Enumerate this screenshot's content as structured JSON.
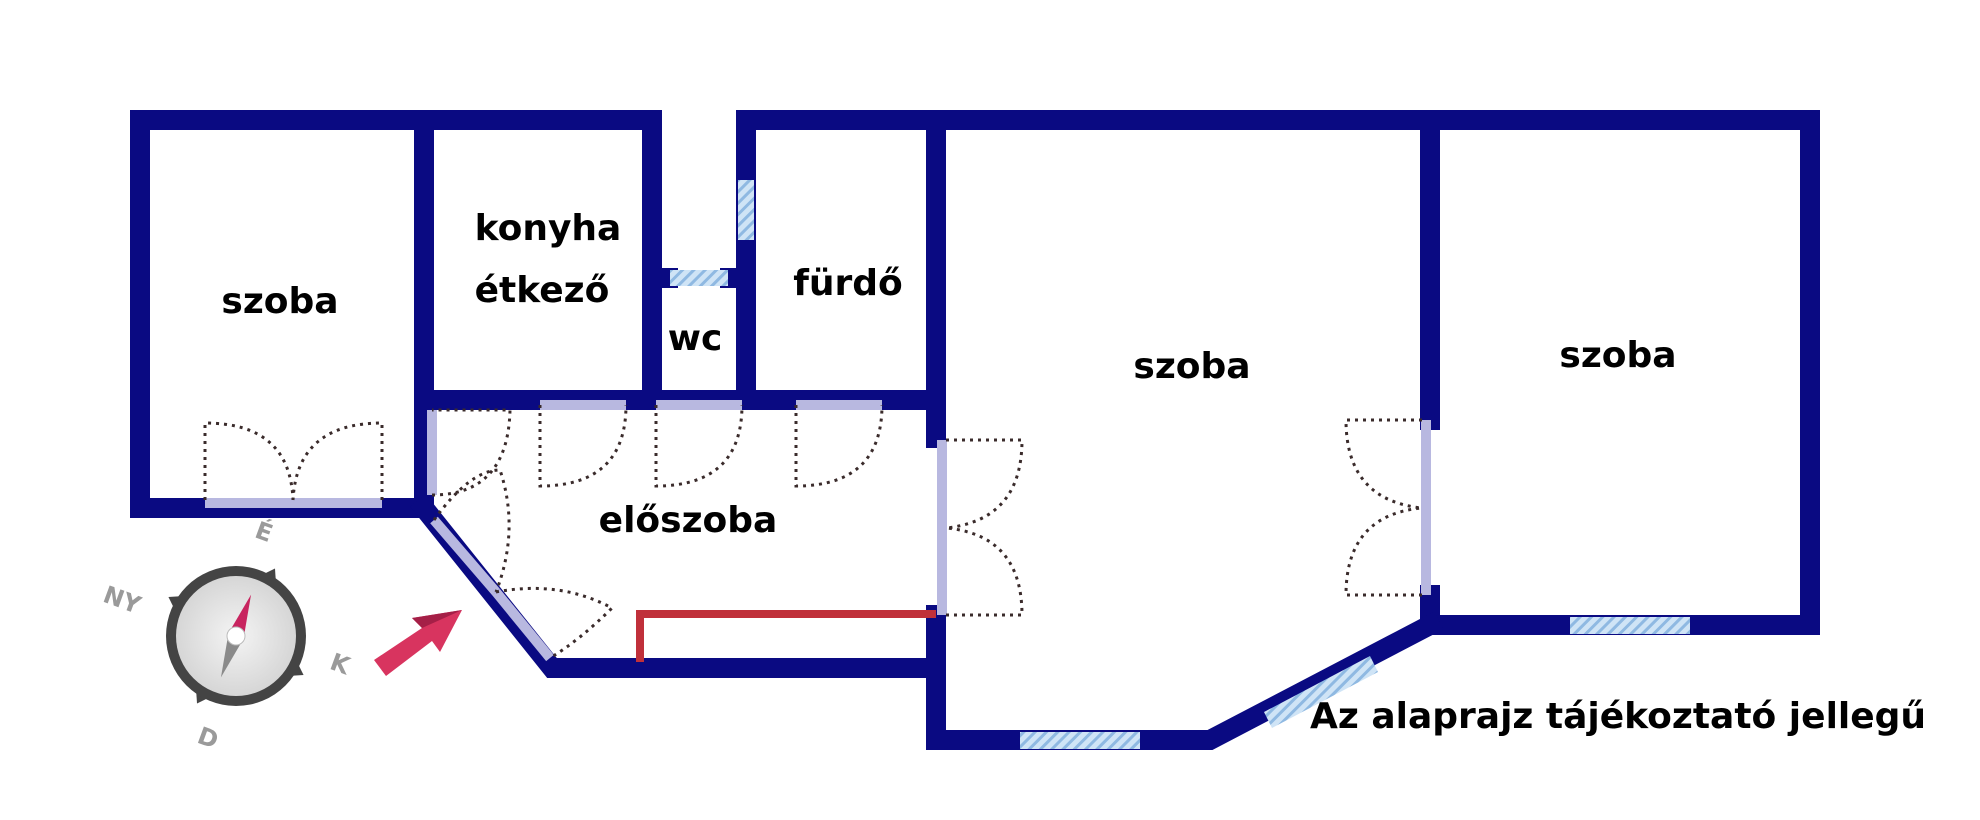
{
  "rooms": {
    "szoba_left": "szoba",
    "konyha": "konyha",
    "etkezo": "étkező",
    "wc": "wc",
    "furdo": "fürdő",
    "szoba_middle": "szoba",
    "szoba_right": "szoba",
    "eloszoba": "előszoba"
  },
  "note": "Az alaprajz tájékoztató jellegű",
  "compass": {
    "north": "É",
    "east": "K",
    "south": "D",
    "west": "NY"
  },
  "colors": {
    "wall": "#0a0a82",
    "window": "#9ec8ec",
    "door": "#b8b8e0",
    "rail": "#c0303a",
    "entrance_arrow": "#d8345f",
    "compass_ring": "#444444"
  },
  "icons": [
    "compass-icon",
    "entrance-arrow-icon"
  ]
}
